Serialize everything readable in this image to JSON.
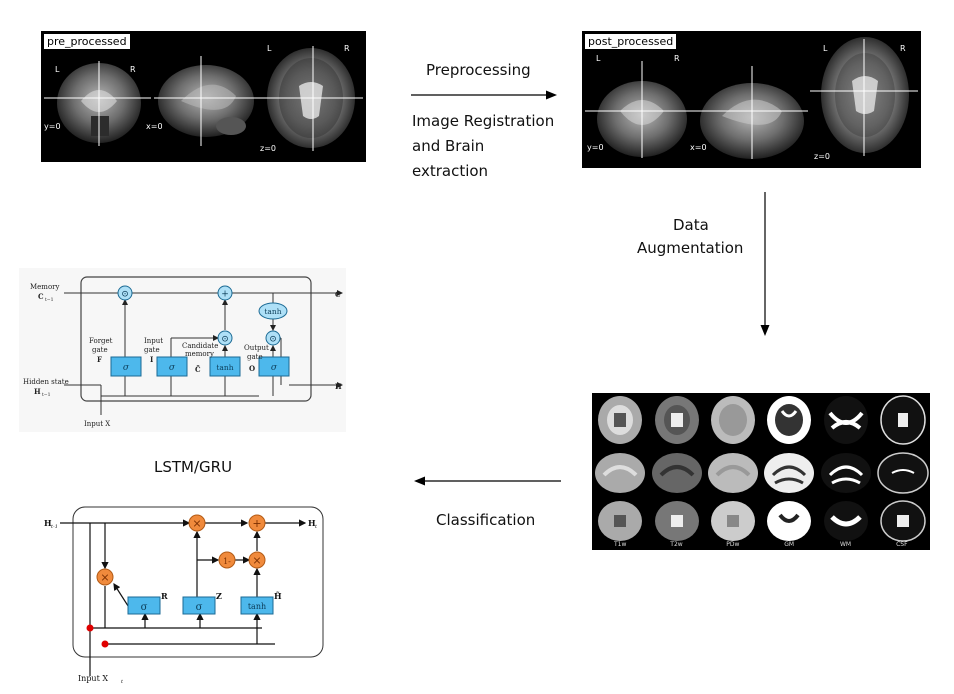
{
  "flow": {
    "preprocessing": "Preprocessing",
    "registration_line1": "Image Registration",
    "registration_line2": "and Brain",
    "registration_line3": "extraction",
    "augmentation_line1": "Data",
    "augmentation_line2": "Augmentation",
    "classification": "Classification",
    "model_label": "LSTM/GRU"
  },
  "pre_panel": {
    "tag": "pre_processed",
    "L": "L",
    "R": "R",
    "L2": "L",
    "R2": "R",
    "y": "y=0",
    "x": "x=0",
    "z": "z=0"
  },
  "post_panel": {
    "tag": "post_processed",
    "L": "L",
    "R": "R",
    "L2": "L",
    "R2": "R",
    "y": "y=0",
    "x": "x=0",
    "z": "z=0"
  },
  "atlas": {
    "columns": [
      "T1w",
      "T2w",
      "PDw",
      "GM",
      "WM",
      "CSF"
    ]
  },
  "lstm": {
    "memory": "Memory",
    "memory_sym": "C",
    "memory_sub": "t−1",
    "forget1": "Forget",
    "forget2": "gate",
    "forget_sym": "F",
    "input1": "Input",
    "input2": "gate",
    "input_sym": "I",
    "candidate1": "Candidate",
    "candidate2": "memory",
    "candidate_sym": "C̃",
    "output1": "Output",
    "output2": "gate",
    "output_sym": "O",
    "hidden": "Hidden state",
    "hidden_sym": "H",
    "hidden_sub": "t−1",
    "input_x": "Input X",
    "c_out": "C",
    "h_out": "H",
    "sigma": "σ",
    "tanh": "tanh",
    "odot": "⊙",
    "plus": "+"
  },
  "gru": {
    "h_in": "H",
    "h_in_sub": "t-1",
    "h_out": "H",
    "h_out_sub": "t",
    "r_label": "R",
    "z_label": "Z",
    "h_tilde": "H̃",
    "sigma": "σ",
    "tanh": "tanh",
    "times": "×",
    "plus": "+",
    "oneminus": "1-",
    "input_x": "Input X",
    "input_sub": "t"
  },
  "colors": {
    "gate_blue": "#4db8ec",
    "op_blue": "#aee0f7",
    "gru_orange": "#f08a3c",
    "red_dot": "#e00000"
  }
}
